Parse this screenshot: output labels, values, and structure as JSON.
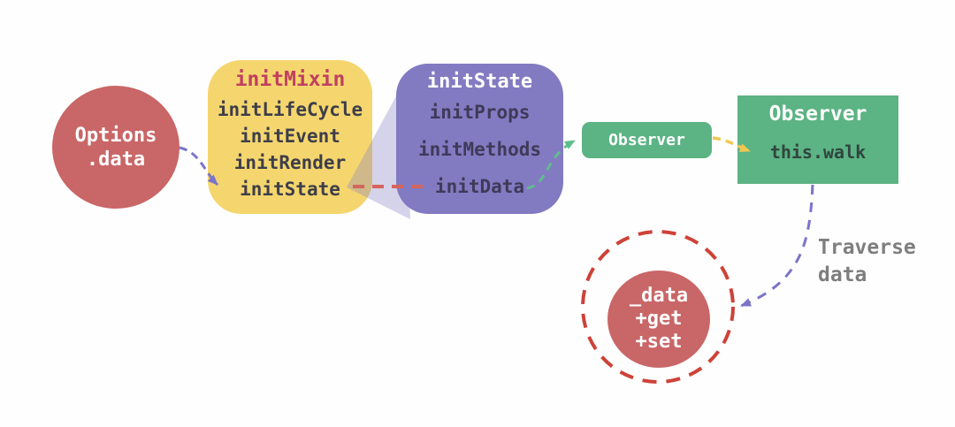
{
  "diagram": {
    "background_color": "#FEFEFE",
    "nodes": {
      "options_data": {
        "lines": [
          "Options",
          ".data"
        ],
        "shape": "circle",
        "fill": "#C96667",
        "text_color": "#FFFFFF"
      },
      "init_mixin": {
        "title": "initMixin",
        "title_color": "#C04060",
        "fill": "#F5D66E",
        "items": [
          "initLifeCycle",
          "initEvent",
          "initRender",
          "initState"
        ],
        "item_color": "#3E3E4A"
      },
      "init_state": {
        "title": "initState",
        "title_color": "#FFFFFF",
        "fill": "#827BC2",
        "items": [
          "initProps",
          "initMethods",
          "initData"
        ],
        "item_color": "#3F3A58"
      },
      "observer_small": {
        "label": "Observer",
        "fill": "#5CB384",
        "text_color": "#FFFFFF"
      },
      "observer_big": {
        "title": "Observer",
        "body": "this.walk",
        "fill": "#5CB384",
        "title_color": "#FFFFFF",
        "body_color": "#30453E"
      },
      "data_circle": {
        "lines": [
          "_data",
          "+get",
          "+set"
        ],
        "fill": "#C96667",
        "ring_color": "#CE4238",
        "text_color": "#FFFFFF"
      }
    },
    "annotations": {
      "traverse": {
        "lines": [
          "Traverse",
          "data"
        ],
        "color": "#7E7E7E"
      }
    },
    "connectors": [
      {
        "from": "Options.data",
        "to": "initState (initMixin)",
        "style": "dashed",
        "color": "#7B74C9"
      },
      {
        "from": "initState (initMixin)",
        "to": "initData (initState)",
        "style": "dashed",
        "color": "#D5655D"
      },
      {
        "from": "initData",
        "to": "Observer",
        "style": "dashed",
        "color": "#5EBE8B"
      },
      {
        "from": "Observer",
        "to": "this.walk",
        "style": "dashed",
        "color": "#EFC752"
      },
      {
        "from": "this.walk",
        "to": "_data circle",
        "style": "dashed",
        "color": "#7B74C9",
        "label": "Traverse data"
      }
    ],
    "funnel": {
      "from": "initState (initMixin)",
      "to": "initState box",
      "fill": "rgba(130,123,194,0.33)"
    }
  }
}
